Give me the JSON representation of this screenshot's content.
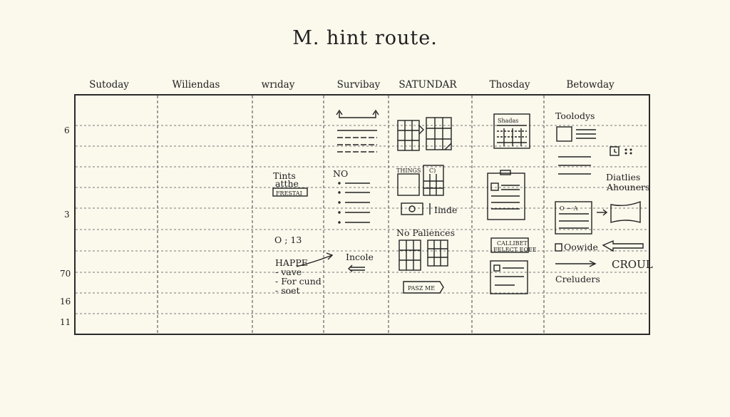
{
  "title": "M. hint route.",
  "days": [
    "Sutoday",
    "Wiliendas",
    "wrıday",
    "Survibay",
    "SATUNDAR",
    "Thosday",
    "Betowday"
  ],
  "row_labels": [
    "6",
    "3",
    "70",
    "16",
    "11"
  ],
  "notes": {
    "col3_title": "Tints",
    "col3_sub": "atthe",
    "col3_box": "FRESTAI",
    "col3_time": "O ; 13",
    "col3_list_head": "HAPPE",
    "col3_list": [
      "- vave",
      "- For cund",
      "- soet"
    ],
    "col4_head": "NO",
    "col4_label": "Incole",
    "col5_small_a": "THINGS",
    "col5_small_b": "C)",
    "col5_iinde": "Iinde",
    "col5_no_pal": "No Paliences",
    "col5_btn": "PASZ ME",
    "col6_doc_title": "Shadas",
    "col6_box_a": "CALLIBET",
    "col6_box_b": "FELECT EOEE",
    "col7_head": "Toolodys",
    "col7_dialies": "Diatlies",
    "col7_ahouners": "Ahouners",
    "col7_box_label": "O — A",
    "col7_oowide": "Oowide",
    "col7_croul": "CROUL",
    "col7_creluders": "Creluders"
  }
}
